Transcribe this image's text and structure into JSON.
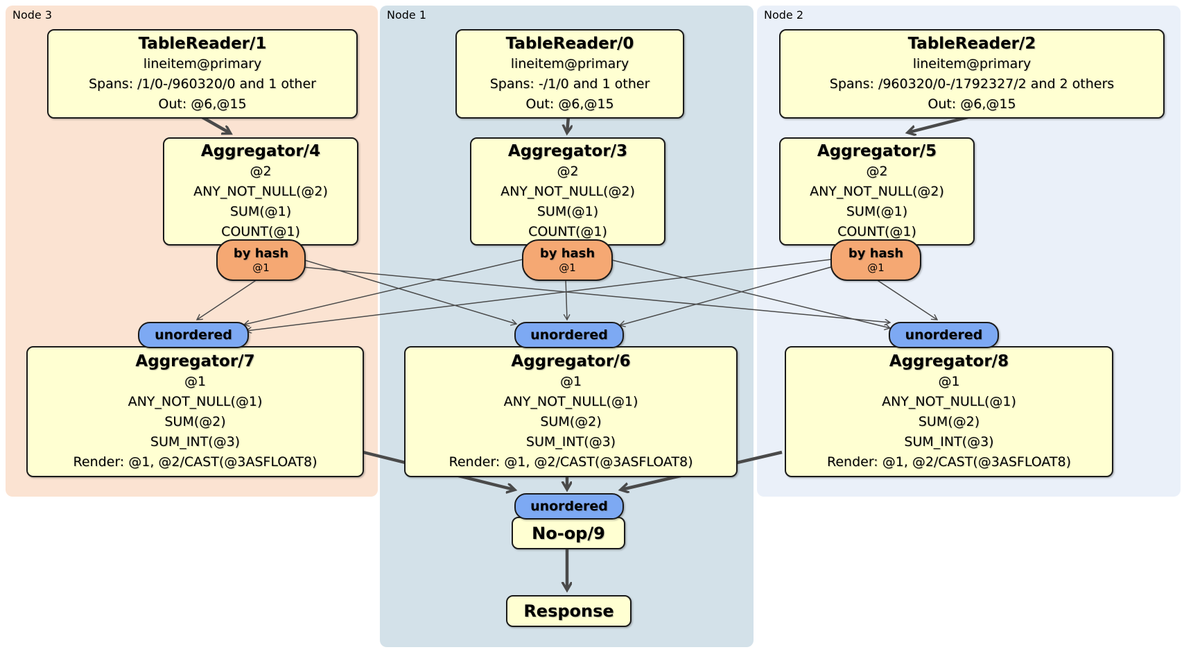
{
  "regions": {
    "node3": {
      "label": "Node 3",
      "bg": "#fbe3d2"
    },
    "node1": {
      "label": "Node 1",
      "bg": "#d3e1e9"
    },
    "node2": {
      "label": "Node 2",
      "bg": "#eaf0f9"
    }
  },
  "nodes": {
    "tr1": {
      "title": "TableReader/1",
      "lines": [
        "lineitem@primary",
        "Spans: /1/0-/960320/0 and 1 other",
        "Out: @6,@15"
      ]
    },
    "tr0": {
      "title": "TableReader/0",
      "lines": [
        "lineitem@primary",
        "Spans: -/1/0 and 1 other",
        "Out: @6,@15"
      ]
    },
    "tr2": {
      "title": "TableReader/2",
      "lines": [
        "lineitem@primary",
        "Spans: /960320/0-/1792327/2 and 2 others",
        "Out: @6,@15"
      ]
    },
    "agg4": {
      "title": "Aggregator/4",
      "lines": [
        "@2",
        "ANY_NOT_NULL(@2)",
        "SUM(@1)",
        "COUNT(@1)"
      ]
    },
    "agg3": {
      "title": "Aggregator/3",
      "lines": [
        "@2",
        "ANY_NOT_NULL(@2)",
        "SUM(@1)",
        "COUNT(@1)"
      ]
    },
    "agg5": {
      "title": "Aggregator/5",
      "lines": [
        "@2",
        "ANY_NOT_NULL(@2)",
        "SUM(@1)",
        "COUNT(@1)"
      ]
    },
    "agg7": {
      "title": "Aggregator/7",
      "lines": [
        "@1",
        "ANY_NOT_NULL(@1)",
        "SUM(@2)",
        "SUM_INT(@3)",
        "Render: @1, @2/CAST(@3ASFLOAT8)"
      ]
    },
    "agg6": {
      "title": "Aggregator/6",
      "lines": [
        "@1",
        "ANY_NOT_NULL(@1)",
        "SUM(@2)",
        "SUM_INT(@3)",
        "Render: @1, @2/CAST(@3ASFLOAT8)"
      ]
    },
    "agg8": {
      "title": "Aggregator/8",
      "lines": [
        "@1",
        "ANY_NOT_NULL(@1)",
        "SUM(@2)",
        "SUM_INT(@3)",
        "Render: @1, @2/CAST(@3ASFLOAT8)"
      ]
    },
    "noop9": {
      "title": "No-op/9"
    },
    "response": {
      "title": "Response"
    }
  },
  "routers": {
    "byhash_n3": {
      "title": "by hash",
      "sub": "@1"
    },
    "byhash_n1": {
      "title": "by hash",
      "sub": "@1"
    },
    "byhash_n2": {
      "title": "by hash",
      "sub": "@1"
    }
  },
  "syncs": {
    "unordered_n3": {
      "title": "unordered"
    },
    "unordered_n1": {
      "title": "unordered"
    },
    "unordered_n2": {
      "title": "unordered"
    },
    "unordered_bottom": {
      "title": "unordered"
    }
  },
  "colors": {
    "node_fill": "#ffffd2",
    "router_fill": "#f5a873",
    "sync_fill": "#7da9f3",
    "edge": "#4a4a4a"
  }
}
